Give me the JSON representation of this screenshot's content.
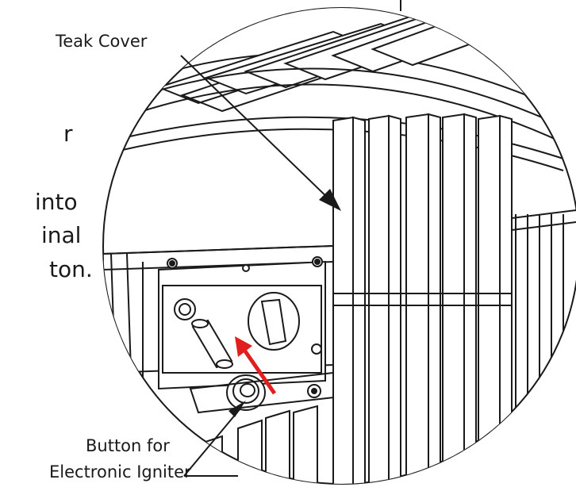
{
  "labels": {
    "teak_cover": "Teak Cover",
    "button_line1": "Button for",
    "button_line2": "Electronic Igniter"
  },
  "cropped_text": {
    "line1": "r",
    "line2": "into",
    "line3": "inal",
    "line4": "ton."
  },
  "colors": {
    "line": "#1a1a1a",
    "arrow": "#e0201e",
    "background": "#ffffff"
  }
}
